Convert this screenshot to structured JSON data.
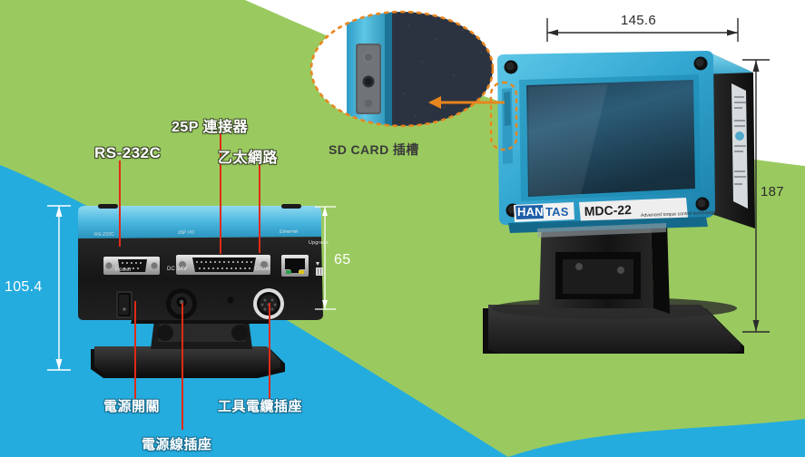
{
  "product": {
    "brand_han": "HAN",
    "brand_tas": "TAS",
    "model": "MDC-22",
    "tagline": "Advanced torque control technology"
  },
  "dimensions": {
    "width": "145.6",
    "height_right": "187",
    "height_left": "105.4",
    "height_panel": "65"
  },
  "callouts": {
    "rs232c": "RS-232C",
    "connector_25p": "25P 連接器",
    "ethernet": "乙太網路",
    "sd_card": "SD CARD 插槽",
    "power_switch": "電源開關",
    "power_socket": "電源線插座",
    "tool_cable_socket": "工具電纜插座"
  },
  "panel_ports": {
    "rs232c": "RS-232C",
    "io25p": "25P I/O",
    "ethernet": "Ethernet",
    "upgrade": "Upgrade",
    "power": "Power",
    "dc24v": "DC 24V",
    "driver": "Driver"
  },
  "colors": {
    "green": "#9aca5f",
    "cyan": "#25acdf",
    "white": "#ffffff",
    "leader_red": "#e02b16",
    "callout_orange": "#e8861e",
    "device_blue": "#3bb3dd",
    "device_dark": "#1b1b1b"
  }
}
